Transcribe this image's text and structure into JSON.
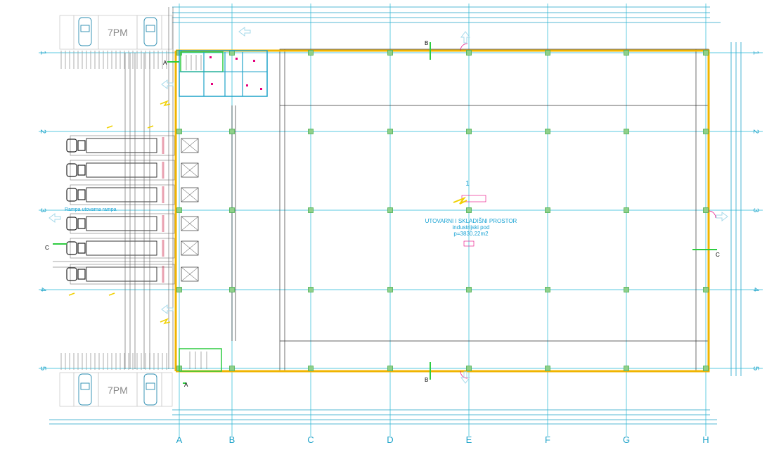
{
  "grid": {
    "columns": [
      "A",
      "B",
      "C",
      "D",
      "E",
      "F",
      "G",
      "H"
    ],
    "rows": [
      "1",
      "2",
      "3",
      "4",
      "5"
    ]
  },
  "hall": {
    "number": "1",
    "name": "UTOVARNI I SKLADIŠNI PROSTOR",
    "floor": "industrijski pod",
    "area": "p=3830.22m2"
  },
  "parking": {
    "top_label": "7PM",
    "bottom_label": "7PM"
  },
  "ramp": {
    "label": "Rampa utovarna rampa"
  },
  "sections": {
    "left": "C",
    "right": "C",
    "top": "B",
    "bottom": "B",
    "stair_top": "A",
    "stair_bottom": "A"
  },
  "colors": {
    "grid": "#22b8d6",
    "outer_wall": "#f0b400",
    "column": "#4caf50",
    "section_marker": "#2ecc40",
    "door_marker": "#e6007e",
    "dimension": "#1fa3c9"
  }
}
